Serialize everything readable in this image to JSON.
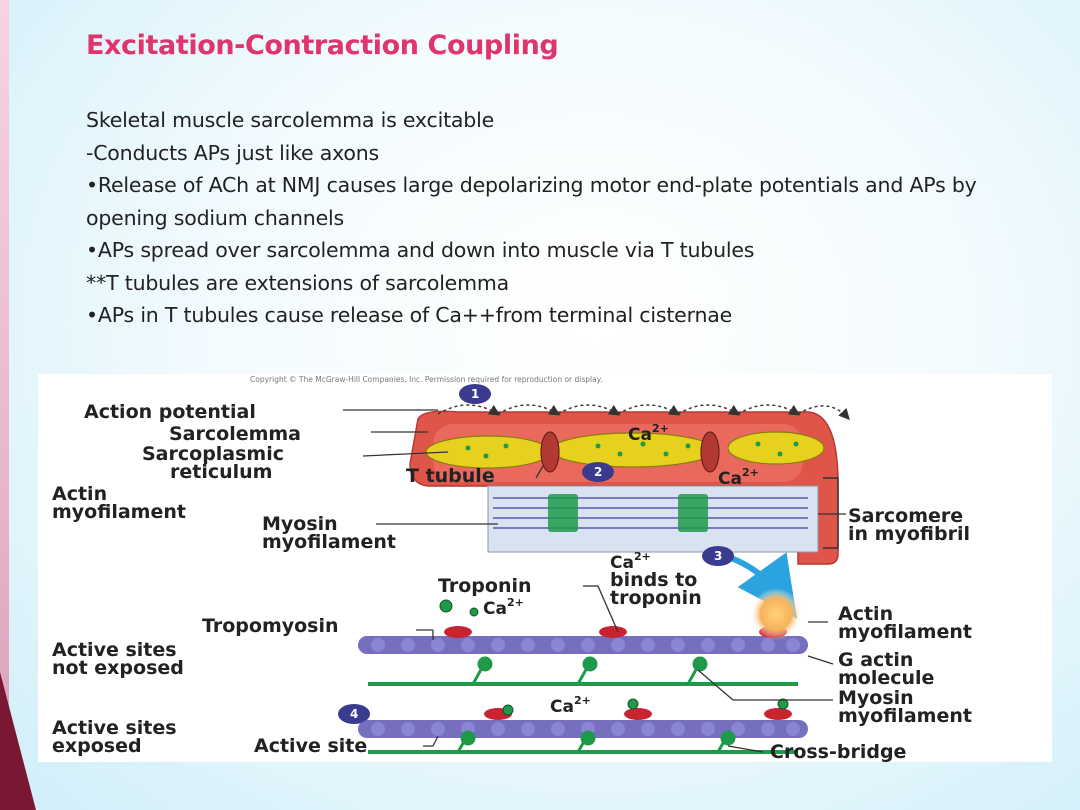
{
  "slide": {
    "title": "Excitation-Contraction Coupling",
    "bullets": [
      "Skeletal muscle sarcolemma is excitable",
      "-Conducts APs just like axons",
      "•Release of ACh at NMJ causes large depolarizing motor end-plate potentials and APs by opening sodium channels",
      "•APs spread over sarcolemma and down into muscle via T tubules",
      "**T tubules are extensions of sarcolemma",
      "•APs in T tubules cause release of Ca++from terminal cisternae"
    ]
  },
  "figure": {
    "copyright": "Copyright © The McGraw-Hill Companies, Inc. Permission required for reproduction or display.",
    "steps": [
      "1",
      "2",
      "3",
      "4"
    ],
    "labels": {
      "action_potential": "Action potential",
      "sarcolemma": "Sarcolemma",
      "sarcoplasmic_1": "Sarcoplasmic",
      "sarcoplasmic_2": "reticulum",
      "t_tubule": "T tubule",
      "actin_myo_1": "Actin",
      "actin_myo_2": "myofilament",
      "myosin_myo_1": "Myosin",
      "myosin_myo_2": "myofilament",
      "sarcomere_1": "Sarcomere",
      "sarcomere_2": "in myofibril",
      "ca_binds_1": "binds to",
      "ca_binds_2": "troponin",
      "troponin": "Troponin",
      "tropomyosin": "Tropomyosin",
      "not_exposed_1": "Active sites",
      "not_exposed_2": "not exposed",
      "actin_right_1": "Actin",
      "actin_right_2": "myofilament",
      "g_actin_1": "G actin",
      "g_actin_2": "molecule",
      "myosin_right_1": "Myosin",
      "myosin_right_2": "myofilament",
      "exposed_1": "Active sites",
      "exposed_2": "exposed",
      "active_site": "Active site",
      "cross_bridge": "Cross-bridge",
      "ca": "Ca",
      "ca_sup": "2+"
    }
  },
  "colors": {
    "title": "#e0346c",
    "membrane": "#e0554a",
    "reticulum": "#e6d21e",
    "myofibril_box": "#d9e2f0",
    "actin_beads": "#5e56b3",
    "myosin_green": "#1f9a4a",
    "tropomyosin_red": "#c8242f",
    "arrow_blue": "#2aa3df",
    "step_badge": "#3a3a8f"
  }
}
